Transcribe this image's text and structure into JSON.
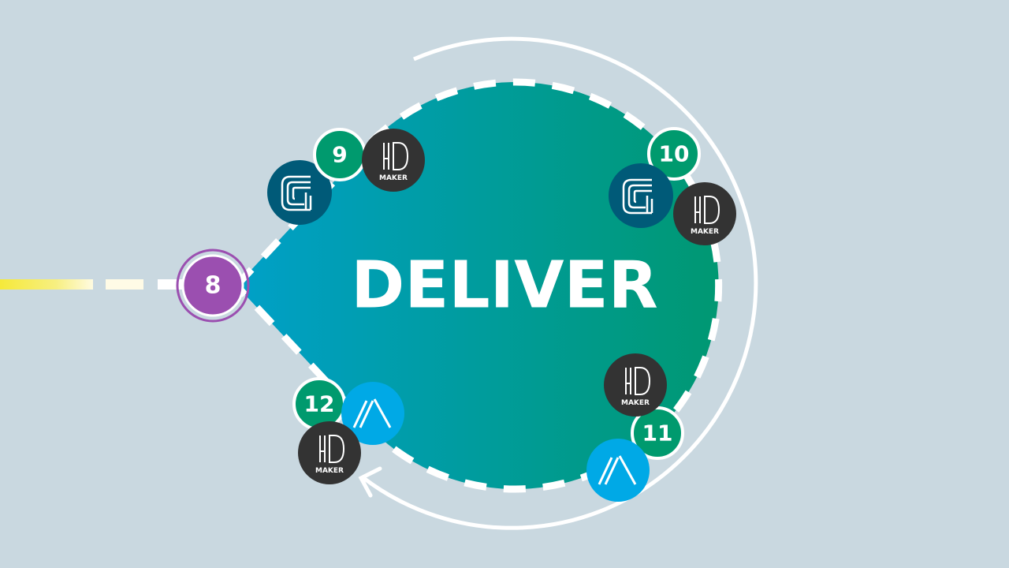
{
  "title": "DELIVER",
  "start_step": "8",
  "steps": [
    "9",
    "10",
    "11",
    "12"
  ],
  "logo_texts": {
    "ad_maker": "MAKER"
  },
  "icons": [
    "g-logo-icon",
    "ad-maker-logo-icon",
    "triangle-logo-icon"
  ],
  "colors": {
    "background": "#c9d8e0",
    "blob_left": "#00a0c8",
    "blob_right": "#009872",
    "step": "#009a6e",
    "start": "#9b4fb0",
    "g_logo": "#005a78",
    "ad_logo": "#333333",
    "triangle_logo": "#00a9e6",
    "trail": "#f5e93a"
  }
}
